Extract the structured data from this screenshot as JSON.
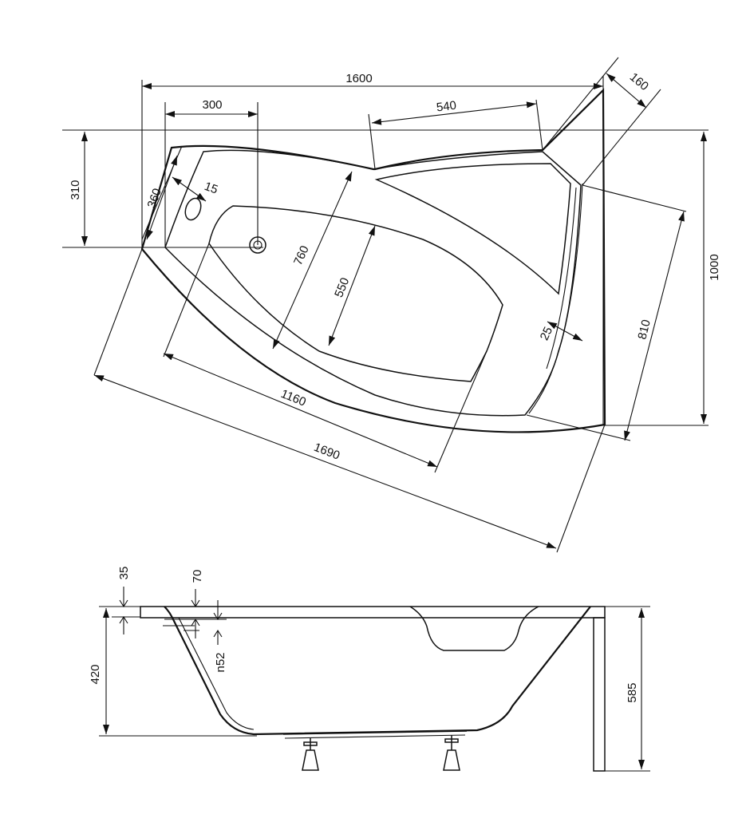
{
  "top_view": {
    "dim_total_length": "1600",
    "dim_panel_width": "300",
    "dim_step_depth": "310",
    "dim_corner_cut": "160",
    "dim_headrest_width": "540",
    "dim_overflow_side": "360",
    "dim_overflow_gap": "15",
    "dim_inner_width": "760",
    "dim_floor_width": "550",
    "dim_right_depth": "810",
    "dim_total_width": "1000",
    "dim_rim": "25",
    "dim_inner_length": "1160",
    "dim_diagonal_length": "1690"
  },
  "side_view": {
    "dim_rim_thickness": "35",
    "dim_overflow_height": "70",
    "dim_overflow_diameter": "n52",
    "dim_tub_depth": "420",
    "dim_total_height": "585"
  }
}
